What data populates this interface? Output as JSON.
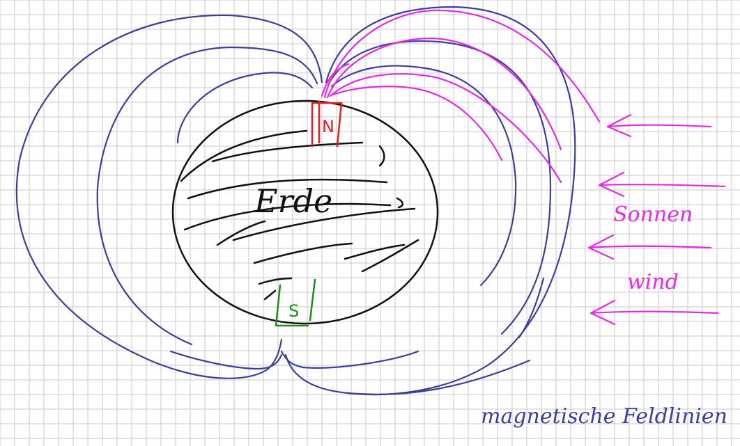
{
  "diagram": {
    "earth_label": "Erde",
    "north_pole_label": "N",
    "south_pole_label": "S",
    "solar_wind_label_line1": "Sonnen",
    "solar_wind_label_line2": "wind",
    "field_lines_label": "magnetische Feldlinien"
  },
  "colors": {
    "grid": "#c9c9c9",
    "field_lines": "#3b3f96",
    "earth_outline": "#111111",
    "north_pole": "#e02020",
    "south_pole": "#1f8a1f",
    "solar_wind": "#e629e6"
  }
}
